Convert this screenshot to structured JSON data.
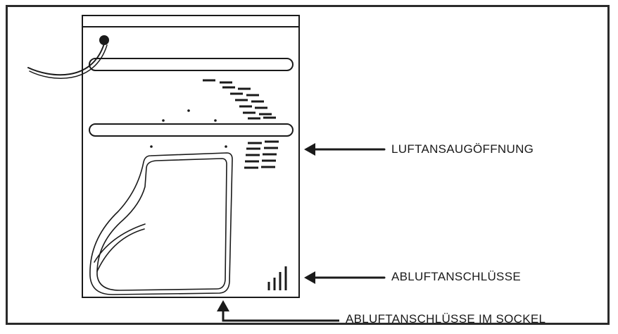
{
  "labels": {
    "air_intake": "LUFTANSAUGÖFFNUNG",
    "exhaust_connections": "ABLUFTANSCHLÜSSE",
    "exhaust_connections_base": "ABLUFTANSCHLÜSSE IM SOCKEL"
  },
  "colors": {
    "line": "#1a1a1a",
    "background": "#ffffff"
  }
}
